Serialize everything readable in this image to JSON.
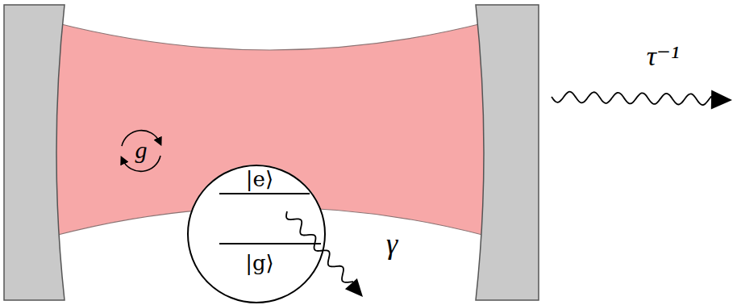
{
  "diagram": {
    "nodes": [
      {
        "text": [
          "|e⟩",
          "|g⟩"
        ]
      }
    ],
    "labels": [
      "g",
      "γ",
      "τ⁻¹"
    ]
  }
}
